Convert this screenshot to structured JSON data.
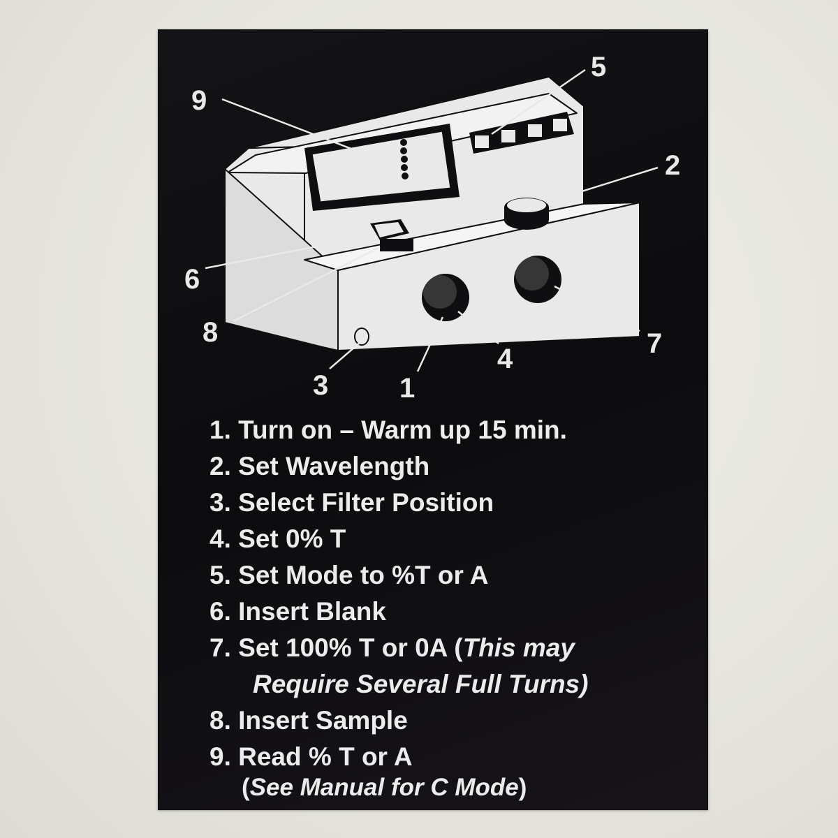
{
  "callouts": {
    "n1": "1",
    "n2": "2",
    "n3": "3",
    "n4": "4",
    "n5": "5",
    "n6": "6",
    "n7": "7",
    "n8": "8",
    "n9": "9"
  },
  "steps": [
    {
      "text": "1. Turn on – Warm up 15 min."
    },
    {
      "text": "2. Set Wavelength"
    },
    {
      "text": "3. Select Filter Position"
    },
    {
      "text": "4. Set 0% T"
    },
    {
      "text": "5. Set Mode to %T or A"
    },
    {
      "text": "6. Insert Blank"
    },
    {
      "text": "7. Set 100% T or 0A (",
      "note": "This may",
      "continuation": "Require Several Full Turns)"
    },
    {
      "text": "8. Insert Sample"
    },
    {
      "text": "9. Read % T or A"
    }
  ],
  "footnote": {
    "open": "(",
    "text": "See Manual for C Mode",
    "close": ")"
  },
  "colors": {
    "placard": "#0f0f11",
    "print": "#e9e9e9",
    "background": "#e8e7e1"
  }
}
